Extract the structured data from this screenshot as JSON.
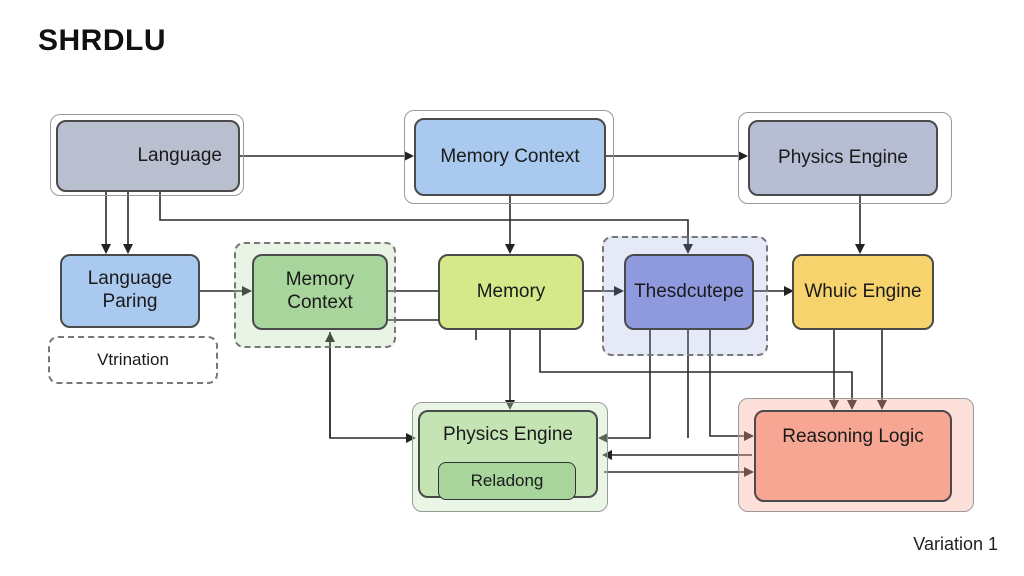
{
  "title": "SHRDLU",
  "caption": "Variation 1",
  "nodes": {
    "language": "Language",
    "memory_context_top": "Memory Context",
    "physics_engine_top": "Physics Engine",
    "language_parsing": "Language\nParing",
    "memory_context_mid": "Memory\nContext",
    "memory": "Memory",
    "thesdcutepe": "Thesdcutepe",
    "whuic_engine": "Whuic Engine",
    "physics_engine_bottom": "Physics Engine",
    "reasoning_logic": "Reasoning Logic",
    "vtrination": "Vtrination",
    "reladong": "Reladong"
  },
  "colors": {
    "gray": "#b9bfcf",
    "blue": "#a9c9ee",
    "slate": "#b7bdd3",
    "green": "#a8d59c",
    "lime": "#d6e98a",
    "purple": "#8f99dd",
    "yellow": "#f6d36c",
    "softgreen": "#c4e4b4",
    "salmon": "#f6a693"
  }
}
